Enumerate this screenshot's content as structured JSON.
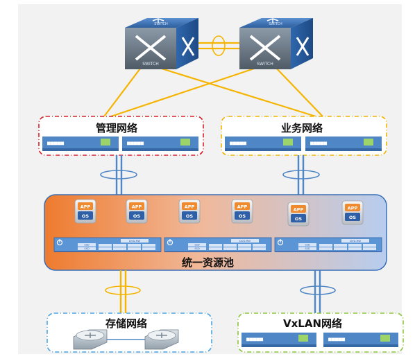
{
  "groups": {
    "management": {
      "title": "管理网络"
    },
    "business": {
      "title": "业务网络"
    },
    "pool": {
      "title": "统一资源池"
    },
    "storage": {
      "title": "存储网络"
    },
    "vxlan": {
      "title": "VxLAN网络"
    }
  },
  "core_switch_text": "SWITCH",
  "vm_labels": {
    "app": "APP",
    "os": "OS"
  },
  "server_labels": {
    "ssd": "SSD",
    "dvd": "DVD-RW"
  },
  "colors": {
    "orange_link": "#f5b400",
    "blue_link": "#4f86c6",
    "mgmt_border": "#d9202a",
    "business_border": "#f0b400",
    "storage_border": "#4aa3df",
    "vxlan_border": "#8cc63f",
    "switch_body": "#4f86c6",
    "pool_left": "#ee7b2e",
    "pool_right": "#b9cff0"
  },
  "icons": [
    "core-switch-icon",
    "access-switch-icon",
    "router-icon",
    "server-icon",
    "power-icon"
  ]
}
